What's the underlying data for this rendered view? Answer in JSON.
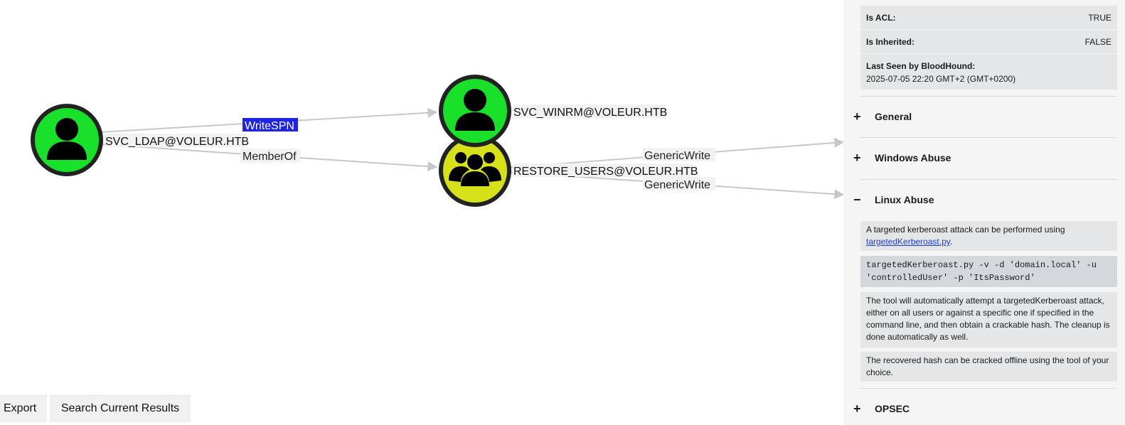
{
  "graph": {
    "nodes": {
      "svc_ldap": {
        "label": "SVC_LDAP@VOLEUR.HTB",
        "type": "user"
      },
      "svc_winrm": {
        "label": "SVC_WINRM@VOLEUR.HTB",
        "type": "user"
      },
      "restore_users": {
        "label": "RESTORE_USERS@VOLEUR.HTB",
        "type": "group"
      }
    },
    "edges": {
      "writespn": "WriteSPN",
      "memberof": "MemberOf",
      "genericwrite_1": "GenericWrite",
      "genericwrite_2": "GenericWrite"
    },
    "colors": {
      "user": "#19e02a",
      "group": "#d6e11a",
      "ring": "#222222",
      "edge": "#c8c8c8",
      "selected": "#1f23e6"
    }
  },
  "toolbar": {
    "export_label": "Export",
    "search_label": "Search Current Results"
  },
  "panel": {
    "props": {
      "is_acl": {
        "key": "Is ACL:",
        "value": "TRUE"
      },
      "is_inherited": {
        "key": "Is Inherited:",
        "value": "FALSE"
      },
      "last_seen": {
        "key": "Last Seen by BloodHound:",
        "value": "2025-07-05 22:20 GMT+2 (GMT+0200)"
      }
    },
    "sections": {
      "general": {
        "label": "General",
        "sign": "+"
      },
      "windows_abuse": {
        "label": "Windows Abuse",
        "sign": "+"
      },
      "linux_abuse": {
        "label": "Linux Abuse",
        "sign": "−"
      },
      "opsec": {
        "label": "OPSEC",
        "sign": "+"
      }
    },
    "linux": {
      "intro": "A targeted kerberoast attack can be performed using",
      "link": "targetedKerberoast.py",
      "link_suffix": ".",
      "code": "targetedKerberoast.py -v -d 'domain.local' -u 'controlledUser' -p 'ItsPassword'",
      "p1": "The tool will automatically attempt a targetedKerberoast attack, either on all users or against a specific one if specified in the command line, and then obtain a crackable hash. The cleanup is done automatically as well.",
      "p2": "The recovered hash can be cracked offline using the tool of your choice."
    }
  }
}
